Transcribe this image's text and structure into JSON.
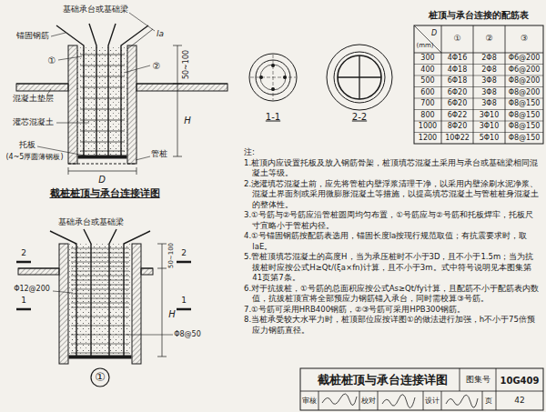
{
  "diagram": {
    "title": "截桩桩顶与承台连接详图",
    "labels": [
      "基础承台或基础梁",
      "锚固钢筋",
      "la",
      "①",
      "②",
      "50~100",
      "H",
      "混凝土垫层",
      "灌芯混凝土",
      "托板",
      "(4~5厚圆薄钢板)",
      "管桩",
      "D",
      "截桩桩顶与承台连接详图",
      "1-1",
      "2-2",
      "桩顶与承台连接的配筋表",
      "D",
      "(mm)",
      "①",
      "②",
      "③",
      "300",
      "4Φ16",
      "2Φ8",
      "Φ6@200",
      "400",
      "4Φ18",
      "2Φ8",
      "Φ6@200",
      "500",
      "6Φ18",
      "3Φ8",
      "Φ8@200",
      "600",
      "6Φ20",
      "3Φ8",
      "Φ8@200",
      "700",
      "6Φ20",
      "3Φ8",
      "Φ8@150",
      "800",
      "6Φ22",
      "3Φ10",
      "Φ8@150",
      "1000",
      "8Φ20",
      "3Φ10",
      "Φ8@150",
      "1200",
      "10Φ22",
      "5Φ10",
      "Φ8@150",
      "注:",
      "1.桩顶内应设置托板及放入钢筋骨架，桩顶填芯混凝土采用与承台或基础梁相同混凝土等级。",
      "2.浇灌填芯混凝土前，应先将管桩内壁浮浆清理干净，以采用内壁涂刷水泥净浆、混凝土界面剂或采用微膨胀混凝土等措施，以提高填芯混凝土与管桩桩身混凝土的整体性。",
      "3.①号筋与②号筋应沿管桩圆周均匀布置，①号筋应与②号筋和托板焊牢，托板尺寸宜略小于管桩内径。",
      "4.①号锚固钢筋按配筋表选用，锚固长度la按现行规范取值；有抗震要求时，取laE。",
      "5.管桩顶填芯混凝土的高度H，当为承压桩时不小于3D，且不小于1.5m；当为抗拔桩时应按公式H≥Qt/(ξa×fn)计算，且不小于3m。式中符号说明见本图集第41页第7条。",
      "6.对于抗拔桩，①号筋的总面积应按公式As≥Qt/fy计算，且配筋不小于配筋表内数值，抗拔桩顶宜将全部预应力钢筋锚入承台，同时需校算③号筋。",
      "7.①号筋可采用HRB400钢筋，②③号筋可采用HPB300钢筋。",
      "8.当桩承受较大水平力时，桩顶部位应按详图①的做法进行加强，h不小于75倍预应力钢筋直径。",
      "基础承台或基础梁",
      "50~100",
      "H",
      "2",
      "2",
      "1",
      "1",
      "Φ12@200",
      "Φ8@50",
      "①",
      "图集号",
      "10G409",
      "审核",
      "校对",
      "设计",
      "页",
      "42"
    ]
  }
}
